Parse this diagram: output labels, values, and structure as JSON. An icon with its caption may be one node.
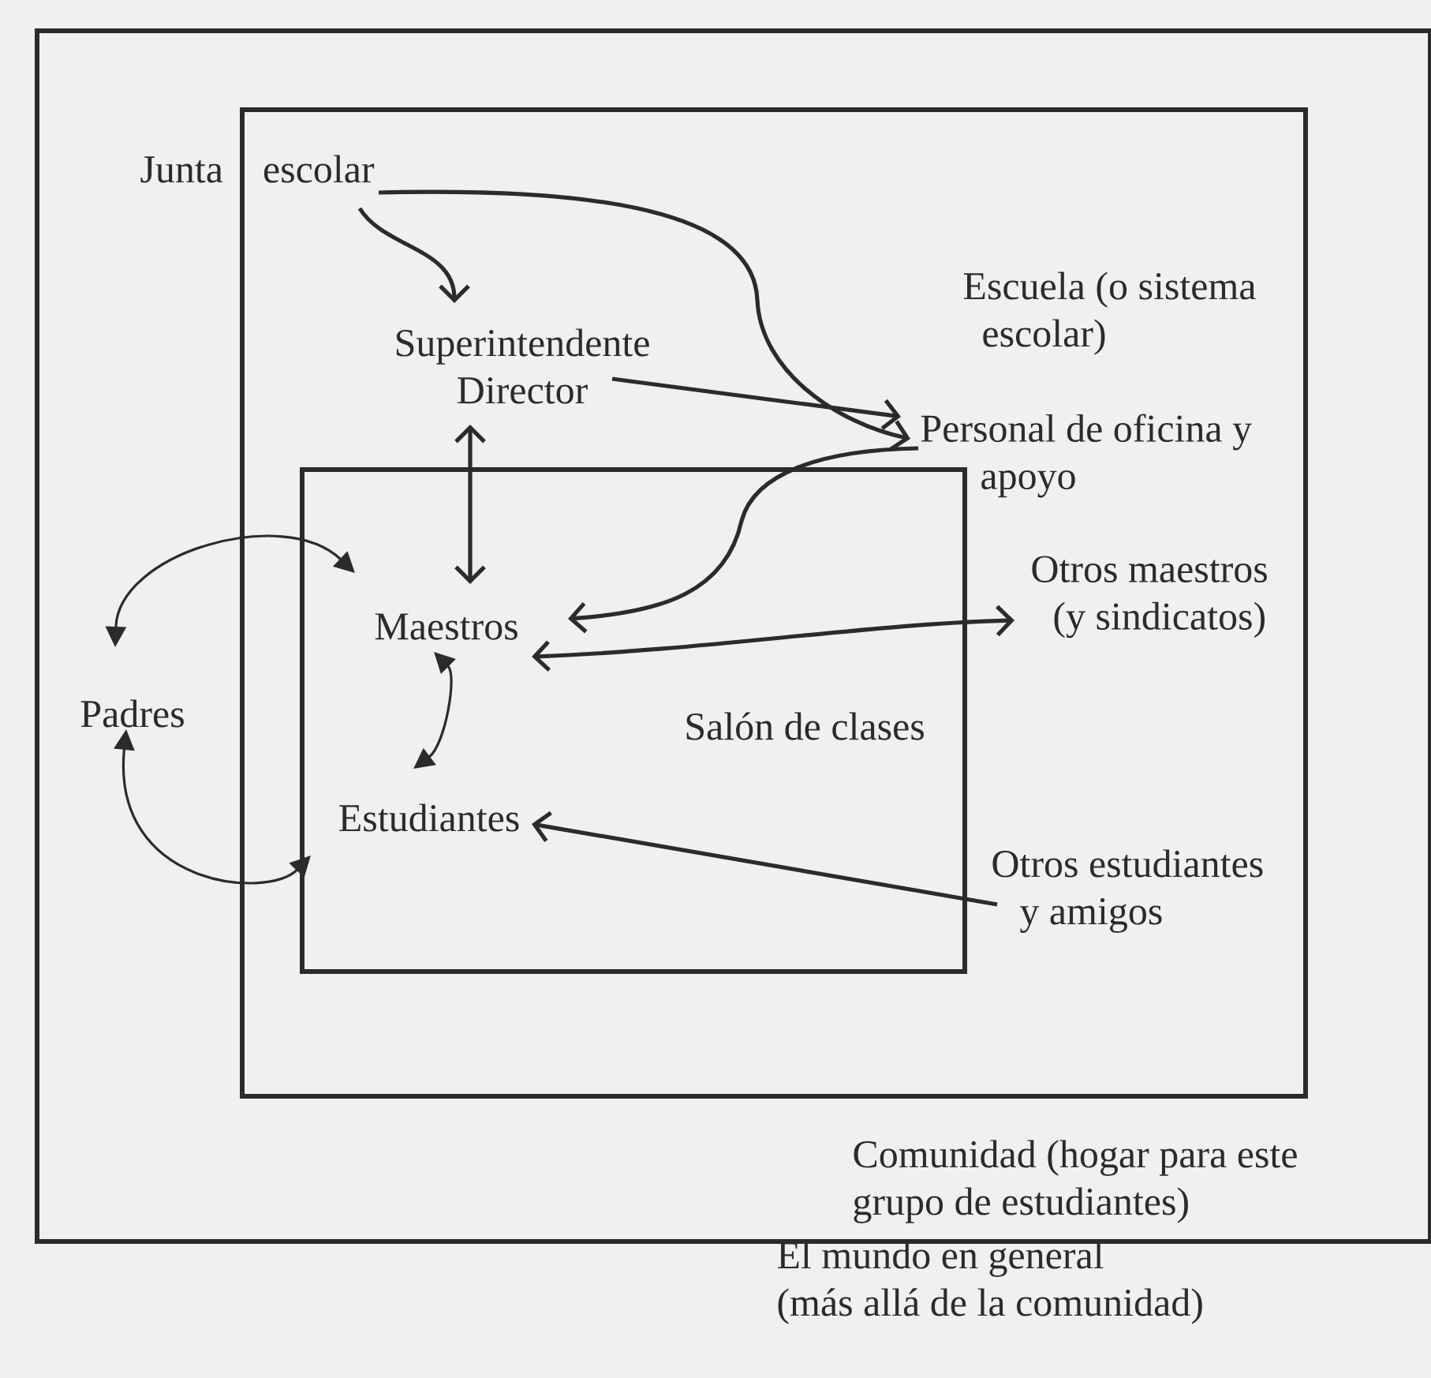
{
  "diagram": {
    "nodes": [
      {
        "text": [
          "Comunidad (hogar para este grupo de estudiantes)"
        ]
      },
      {
        "text": [
          "Escuela (o sistema escolar)"
        ],
        "in": 0
      },
      {
        "text": [
          "Salón de clases"
        ],
        "in": 1
      },
      {
        "text": [
          "Junta escolar"
        ],
        "in": 0
      },
      {
        "text": [
          "Superintendente Director"
        ],
        "in": 1
      },
      {
        "text": [
          "Personal de oficina y apoyo"
        ],
        "in": 1
      },
      {
        "text": [
          "Maestros"
        ],
        "in": 2
      },
      {
        "text": [
          "Estudiantes"
        ],
        "in": 2
      },
      {
        "text": [
          "Padres"
        ],
        "in": 0
      },
      {
        "text": [
          "Otros maestros (y sindicatos)"
        ],
        "in": 1
      },
      {
        "text": [
          "Otros estudiantes y amigos"
        ],
        "in": 1
      }
    ],
    "edges": [
      {
        "from": 3,
        "to": 4,
        "arrow": "to"
      },
      {
        "from": 3,
        "to": 5,
        "arrow": "to"
      },
      {
        "from": 4,
        "to": 5,
        "arrow": "to"
      },
      {
        "from": 4,
        "to": 6,
        "arrow": "both"
      },
      {
        "from": 5,
        "to": 6,
        "arrow": "to"
      },
      {
        "from": 6,
        "to": 9,
        "arrow": "both"
      },
      {
        "from": 6,
        "to": 7,
        "arrow": "both"
      },
      {
        "from": 8,
        "to": 6,
        "arrow": "both"
      },
      {
        "from": 8,
        "to": 7,
        "arrow": "both"
      },
      {
        "from": 10,
        "to": 7,
        "arrow": "to"
      }
    ],
    "labels": [
      "El mundo en general (más allá de la comunidad)"
    ]
  }
}
